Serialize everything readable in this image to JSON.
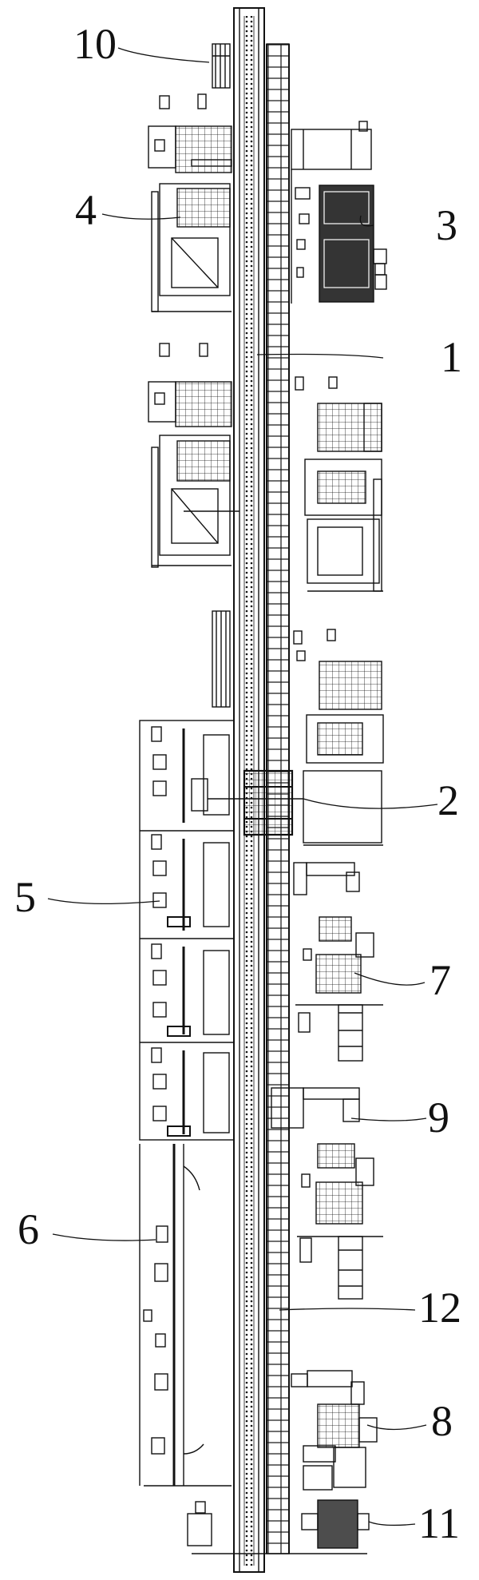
{
  "diagram": {
    "callouts": [
      {
        "id": "c10",
        "label": "10"
      },
      {
        "id": "c4",
        "label": "4"
      },
      {
        "id": "c3",
        "label": "3"
      },
      {
        "id": "c1",
        "label": "1"
      },
      {
        "id": "c2",
        "label": "2"
      },
      {
        "id": "c5",
        "label": "5"
      },
      {
        "id": "c7",
        "label": "7"
      },
      {
        "id": "c9",
        "label": "9"
      },
      {
        "id": "c6",
        "label": "6"
      },
      {
        "id": "c12",
        "label": "12"
      },
      {
        "id": "c8",
        "label": "8"
      },
      {
        "id": "c11",
        "label": "11"
      }
    ],
    "line_color": "#111111",
    "background": "#ffffff"
  }
}
